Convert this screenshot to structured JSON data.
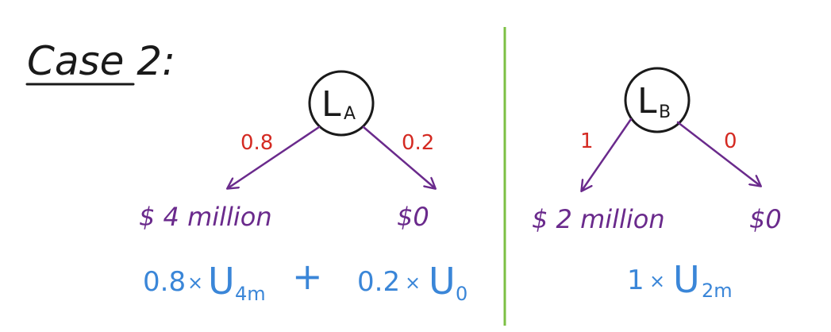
{
  "title": "Case 2:",
  "colors": {
    "ink": "#1a1a1a",
    "probability": "#d42a22",
    "arrow": "#6a2a8c",
    "outcome": "#6a2a8c",
    "formula": "#3a86d8",
    "divider": "#7cc044"
  },
  "left": {
    "node_main": "L",
    "node_sub": "A",
    "prob_left": "0.8",
    "prob_right": "0.2",
    "outcome_left": "$ 4 million",
    "outcome_right": "$0",
    "formula": {
      "coef1": "0.8",
      "times1": "×",
      "u1": "U",
      "u1_sub": "4m",
      "plus": "+",
      "coef2": "0.2",
      "times2": "×",
      "u2": "U",
      "u2_sub": "0"
    }
  },
  "right": {
    "node_main": "L",
    "node_sub": "B",
    "prob_left": "1",
    "prob_right": "0",
    "outcome_left": "$ 2 million",
    "outcome_right": "$0",
    "formula": {
      "coef": "1",
      "times": "×",
      "u": "U",
      "u_sub": "2m"
    }
  }
}
